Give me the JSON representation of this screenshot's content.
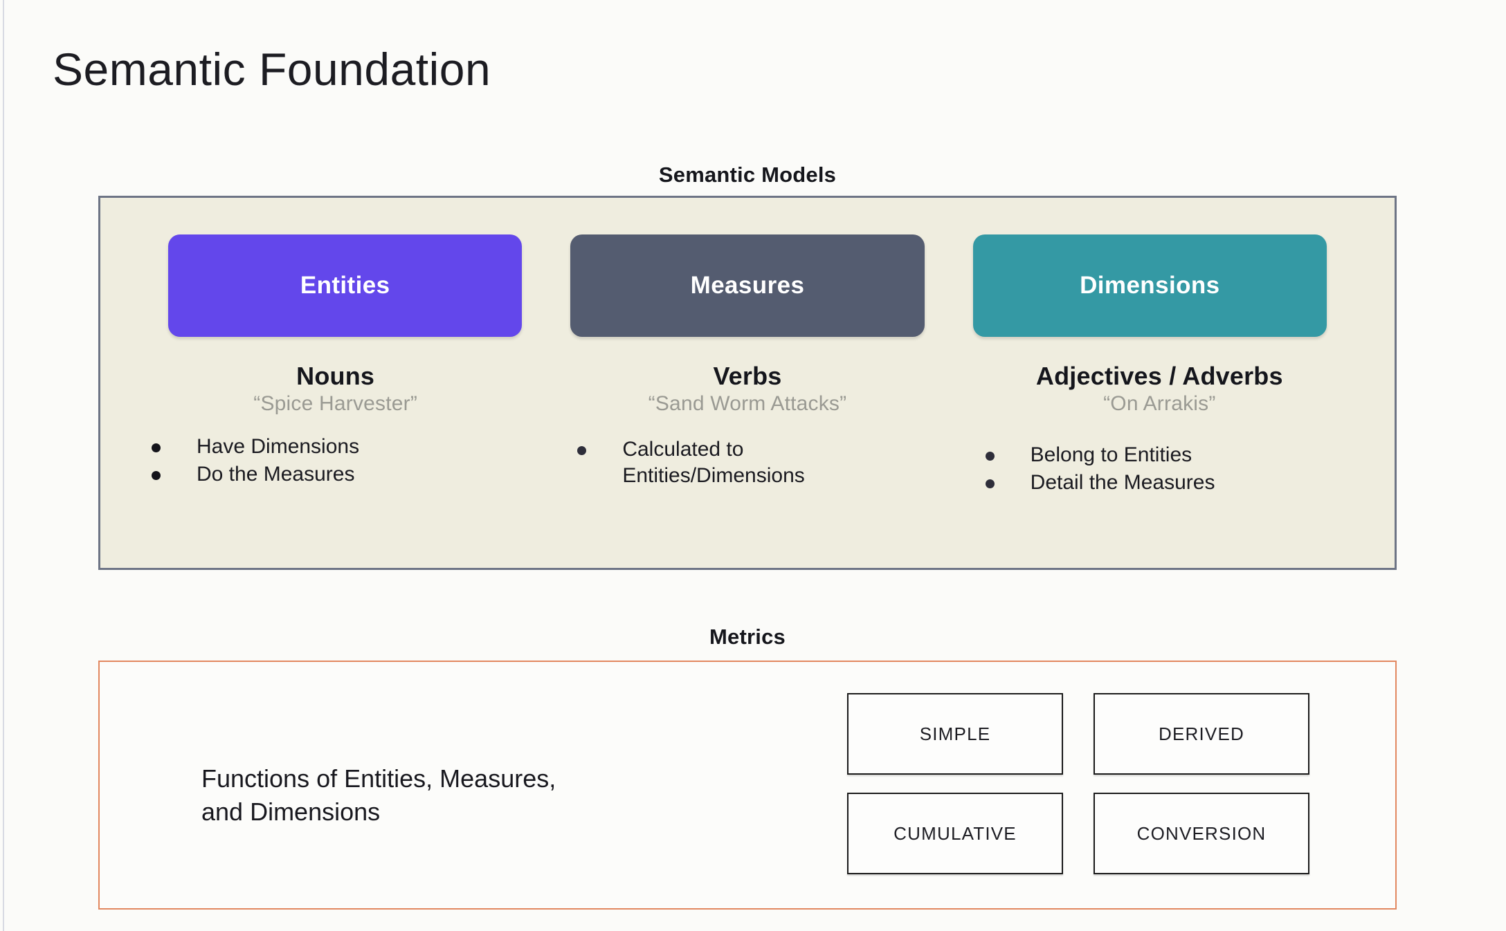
{
  "slide": {
    "title": "Semantic Foundation"
  },
  "semantic_models": {
    "section_label": "Semantic Models",
    "panel_fill": "#EFEDDF",
    "panel_border": "#6D7485",
    "columns": [
      {
        "chip_label": "Entities",
        "chip_color": "#6347EB",
        "part_of_speech": "Nouns",
        "example": "“Spice Harvester”",
        "bullets": [
          "Have Dimensions",
          "Do the Measures"
        ]
      },
      {
        "chip_label": "Measures",
        "chip_color": "#545C70",
        "part_of_speech": "Verbs",
        "example": "“Sand Worm Attacks”",
        "bullets": [
          "Calculated to\nEntities/Dimensions"
        ]
      },
      {
        "chip_label": "Dimensions",
        "chip_color": "#3499A4",
        "part_of_speech": "Adjectives / Adverbs",
        "example": "“On Arrakis”",
        "bullets": [
          "Belong to Entities",
          "Detail the Measures"
        ]
      }
    ]
  },
  "metrics": {
    "section_label": "Metrics",
    "panel_border": "#E2875F",
    "description": "Functions of Entities, Measures,\nand Dimensions",
    "types": [
      "SIMPLE",
      "DERIVED",
      "CUMULATIVE",
      "CONVERSION"
    ]
  }
}
